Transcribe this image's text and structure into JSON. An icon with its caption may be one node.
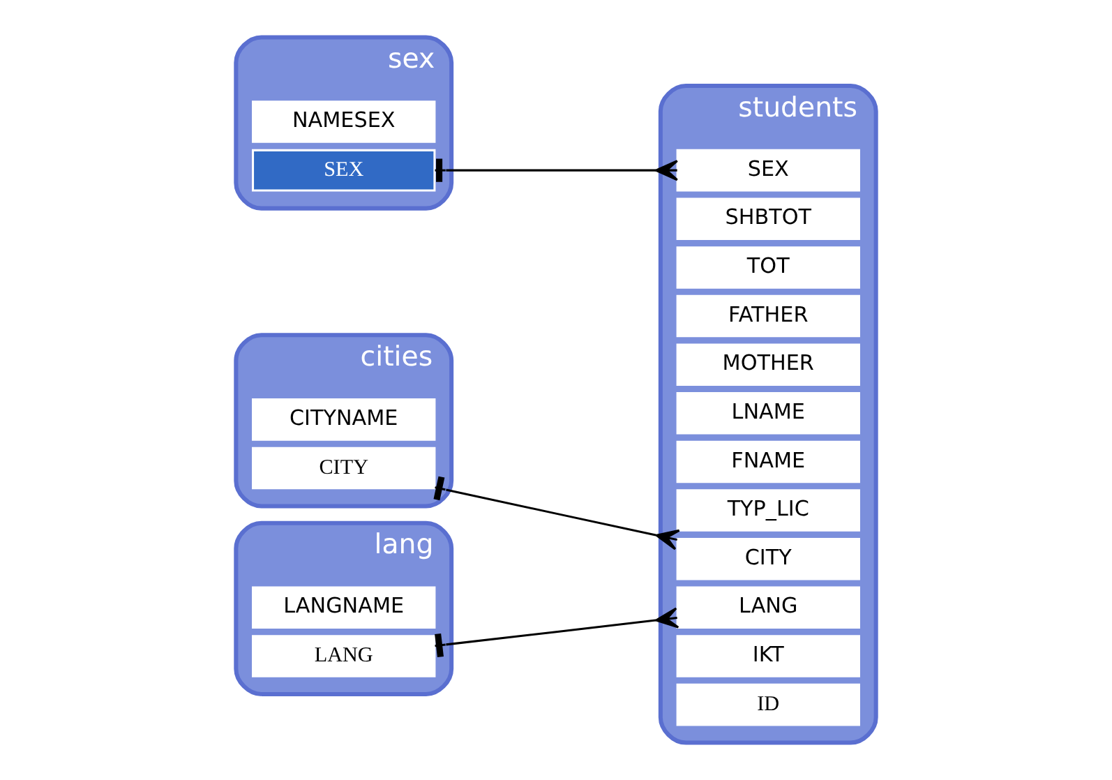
{
  "diagram": {
    "nodes": [
      {
        "text": [
          "students"
        ]
      },
      {
        "text": [
          "ID"
        ],
        "in": 0
      },
      {
        "text": [
          "IKT"
        ],
        "in": 0
      },
      {
        "text": [
          "CITY"
        ],
        "in": 0
      },
      {
        "text": [
          "TYP_LIC"
        ],
        "in": 0
      },
      {
        "text": [
          "FNAME"
        ],
        "in": 0
      },
      {
        "text": [
          "LNAME"
        ],
        "in": 0
      },
      {
        "text": [
          "MOTHER"
        ],
        "in": 0
      },
      {
        "text": [
          "FATHER"
        ],
        "in": 0
      },
      {
        "text": [
          "TOT"
        ],
        "in": 0
      },
      {
        "text": [
          "SHBTOT"
        ],
        "in": 0
      },
      {
        "text": [
          "SEX"
        ],
        "in": 0
      },
      {
        "text": [
          "LANG"
        ],
        "in": 0
      },
      {
        "text": [
          "sex"
        ]
      },
      {
        "text": [
          "SEX"
        ],
        "in": 13
      },
      {
        "text": [
          "NAMESEX"
        ],
        "in": 13
      },
      {
        "text": [
          "cities"
        ]
      },
      {
        "text": [
          "CITY"
        ],
        "in": 16
      },
      {
        "text": [
          "CITYNAME"
        ],
        "in": 16
      },
      {
        "text": [
          "lang"
        ]
      },
      {
        "text": [
          "LANG"
        ],
        "in": 19
      },
      {
        "text": [
          "LANGNAME"
        ],
        "in": 19
      }
    ],
    "edges": [
      {
        "from": 17,
        "to": 3,
        "arrow": "other"
      },
      {
        "from": 14,
        "to": 11,
        "arrow": "other"
      },
      {
        "from": 20,
        "to": 12,
        "arrow": "other"
      }
    ]
  }
}
